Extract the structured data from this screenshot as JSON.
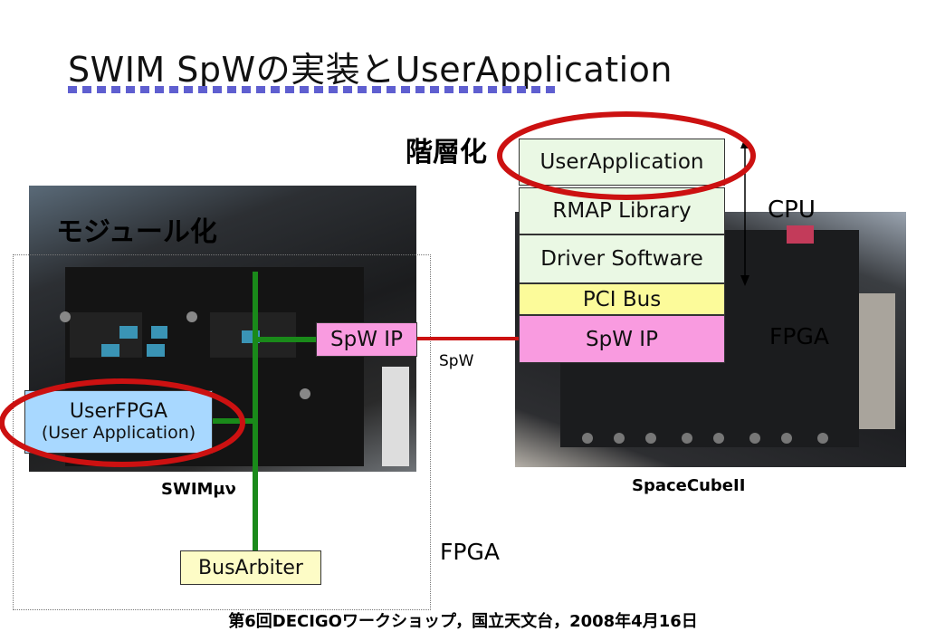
{
  "title": "SWIM SpWの実装とUserApplication",
  "labels": {
    "kaisou": "階層化",
    "module": "モジュール化",
    "cpu": "CPU",
    "fpga_right": "FPGA",
    "fpga_left": "FPGA",
    "spw": "SpW",
    "swim": "SWIMμν",
    "spacecube": "SpaceCubeII"
  },
  "stack": {
    "user_application": "UserApplication",
    "rmap_library": "RMAP Library",
    "driver_software": "Driver Software",
    "pci_bus": "PCI Bus",
    "spw_ip": "SpW IP"
  },
  "left_module": {
    "spw_ip": "SpW IP",
    "userfpga": "UserFPGA",
    "userfpga_sub": "(User Application)",
    "bus_arbiter": "BusArbiter"
  },
  "footer": "第6回DECIGOワークショップ，国立天文台，2008年4月16日",
  "colors": {
    "title_rule": "#5f5fd0",
    "green_bus": "#1a8a1a",
    "spw_link": "#cc1111",
    "highlight_ellipse": "#cc1111",
    "pink_box": "#f99be0",
    "blue_box": "#a8d8ff",
    "yellow_box": "#fcfb9a",
    "green_box": "#eaf8e4"
  }
}
